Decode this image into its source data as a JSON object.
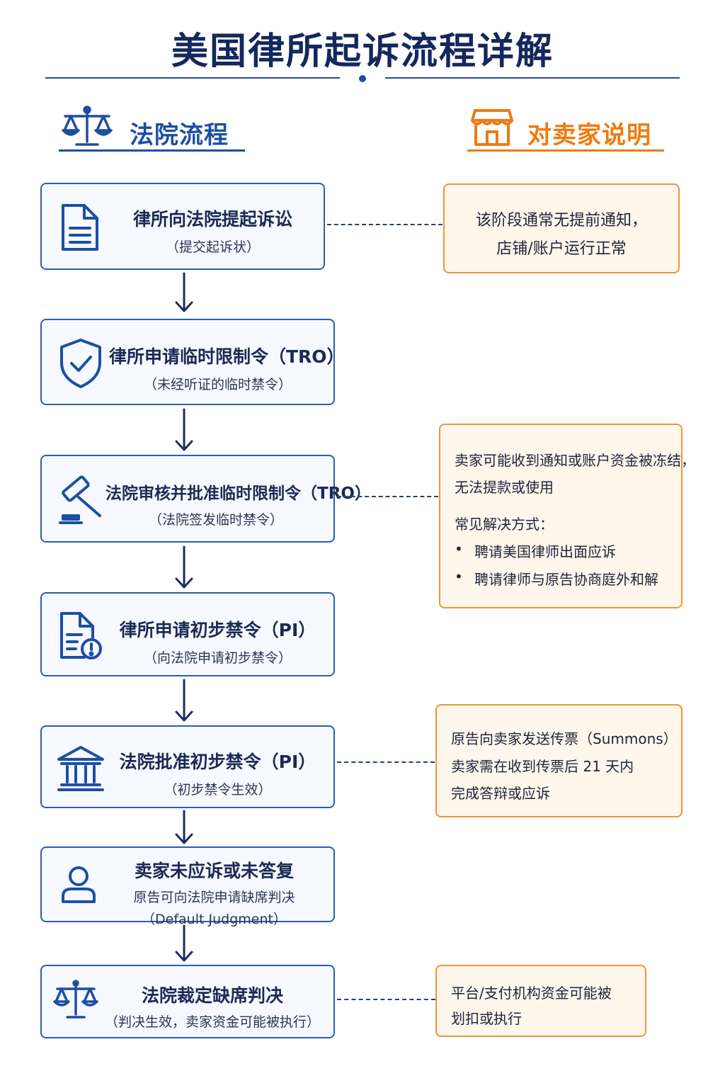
{
  "title": "美国律所起诉流程详解",
  "sections": {
    "left_title": "法院流程",
    "right_title": "对卖家说明"
  },
  "steps": [
    {
      "icon": "document-icon",
      "main": "律所向法院提起诉讼",
      "sub": "（提交起诉状）"
    },
    {
      "icon": "shield-check-icon",
      "main": "律所申请临时限制令（TRO）",
      "sub": "（未经听证的临时禁令）"
    },
    {
      "icon": "gavel-icon",
      "main": "法院审核并批准临时限制令（TRO）",
      "sub": "（法院签发临时禁令）"
    },
    {
      "icon": "document-alert-icon",
      "main": "律所申请初步禁令（PI）",
      "sub": "（向法院申请初步禁令）"
    },
    {
      "icon": "courthouse-icon",
      "main": "法院批准初步禁令（PI）",
      "sub": "（初步禁令生效）"
    },
    {
      "icon": "user-icon",
      "main": "卖家未应诉或未答复",
      "sub": "原告可向法院申请缺席判决",
      "sub2": "（Default Judgment）"
    },
    {
      "icon": "scales-icon",
      "main": "法院裁定缺席判决",
      "sub": "（判决生效，卖家资金可能被执行）"
    }
  ],
  "notes": {
    "n1": [
      "该阶段通常无提前通知，",
      "店铺/账户运行正常"
    ],
    "n2": {
      "lines": [
        "卖家可能收到通知或账户资金被冻结，",
        "无法提款或使用"
      ],
      "solution_title": "常见解决方式：",
      "bullets": [
        "聘请美国律师出面应诉",
        "聘请律师与原告协商庭外和解"
      ]
    },
    "n3": [
      "原告向卖家发送传票（Summons）",
      "卖家需在收到传票后 21 天内",
      "完成答辩或应诉"
    ],
    "n4": [
      "平台/支付机构资金可能被",
      "划扣或执行"
    ]
  },
  "colors": {
    "blue": "#1d4fa3",
    "navy": "#14285f",
    "orange": "#ee7a12",
    "note_bg": "#fff6ec",
    "step_bg": "#f6f9ff"
  }
}
